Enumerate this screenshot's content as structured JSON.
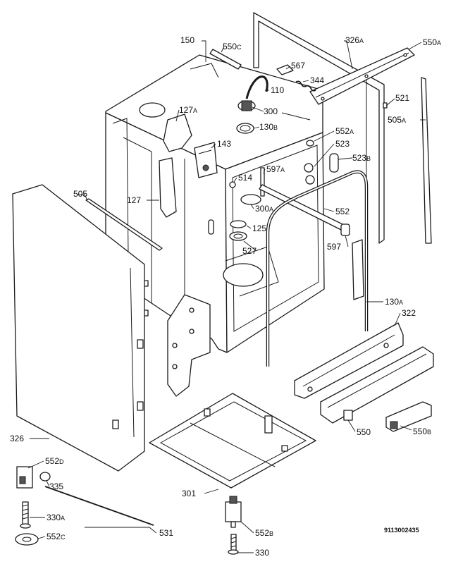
{
  "diagram_code": "9113002435",
  "labels": [
    {
      "num": "150",
      "suf": ""
    },
    {
      "num": "550",
      "suf": "C"
    },
    {
      "num": "326",
      "suf": "A"
    },
    {
      "num": "550",
      "suf": "A"
    },
    {
      "num": "567",
      "suf": ""
    },
    {
      "num": "344",
      "suf": ""
    },
    {
      "num": "110",
      "suf": ""
    },
    {
      "num": "127",
      "suf": "A"
    },
    {
      "num": "300",
      "suf": ""
    },
    {
      "num": "130",
      "suf": "B"
    },
    {
      "num": "521",
      "suf": ""
    },
    {
      "num": "505",
      "suf": "A"
    },
    {
      "num": "552",
      "suf": "A"
    },
    {
      "num": "143",
      "suf": ""
    },
    {
      "num": "523",
      "suf": ""
    },
    {
      "num": "523",
      "suf": "B"
    },
    {
      "num": "514",
      "suf": ""
    },
    {
      "num": "597",
      "suf": "A"
    },
    {
      "num": "505",
      "suf": ""
    },
    {
      "num": "127",
      "suf": ""
    },
    {
      "num": "300",
      "suf": "A"
    },
    {
      "num": "552",
      "suf": ""
    },
    {
      "num": "125",
      "suf": ""
    },
    {
      "num": "527",
      "suf": ""
    },
    {
      "num": "597",
      "suf": ""
    },
    {
      "num": "130",
      "suf": "A"
    },
    {
      "num": "322",
      "suf": ""
    },
    {
      "num": "550",
      "suf": ""
    },
    {
      "num": "550",
      "suf": "B"
    },
    {
      "num": "326",
      "suf": ""
    },
    {
      "num": "552",
      "suf": "D"
    },
    {
      "num": "335",
      "suf": ""
    },
    {
      "num": "301",
      "suf": ""
    },
    {
      "num": "330",
      "suf": "A"
    },
    {
      "num": "531",
      "suf": ""
    },
    {
      "num": "552",
      "suf": "B"
    },
    {
      "num": "552",
      "suf": "C"
    },
    {
      "num": "330",
      "suf": ""
    }
  ]
}
